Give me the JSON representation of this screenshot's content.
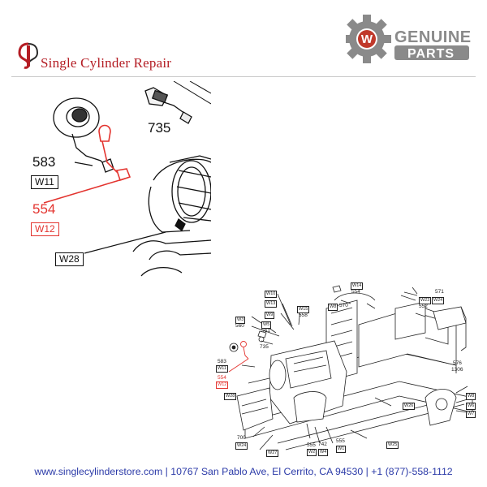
{
  "header": {
    "brand_name": "Single Cylinder Repair",
    "badge_line1": "GENUINE",
    "badge_line2": "PARTS",
    "badge_letter": "W"
  },
  "inset": {
    "part_735": "735",
    "part_583": "583",
    "part_554": "554",
    "box_w11": "W11",
    "box_w12": "W12",
    "box_w28": "W28"
  },
  "diagram": {
    "labels": {
      "w10": "W10",
      "w14": "W14",
      "p554a": "554",
      "p571": "571",
      "w13": "W13",
      "w24a": "W24",
      "w23": "W23",
      "w15": "W15",
      "w8a": "W8",
      "p570": "570",
      "p552": "552",
      "w9": "W9",
      "p558": "558",
      "w3": "W3",
      "p560": "560",
      "w5": "W5",
      "p561": "561",
      "p735": "735",
      "p583": "583",
      "w11": "W11",
      "p554b": "554",
      "w12": "W12",
      "p576": "576",
      "p1306": "1306",
      "w28": "W28",
      "w26": "W26",
      "w8b": "W8",
      "w6": "W6",
      "w7": "W7",
      "p700": "700",
      "w24b": "W24",
      "w27": "W27",
      "p555a": "555",
      "w2": "W2",
      "p742": "742",
      "w4": "W4",
      "p555b": "555",
      "w1": "W1",
      "w25": "W25"
    }
  },
  "footer": {
    "text": "www.singlecylinderstore.com  |  10767 San Pablo Ave, El Cerrito, CA 94530  |  +1 (877)-558-1112"
  },
  "colors": {
    "brand_red": "#b41d24",
    "highlight_red": "#e3342f",
    "footer_blue": "#2b3aa8",
    "badge_gray": "#8a8a8a"
  }
}
